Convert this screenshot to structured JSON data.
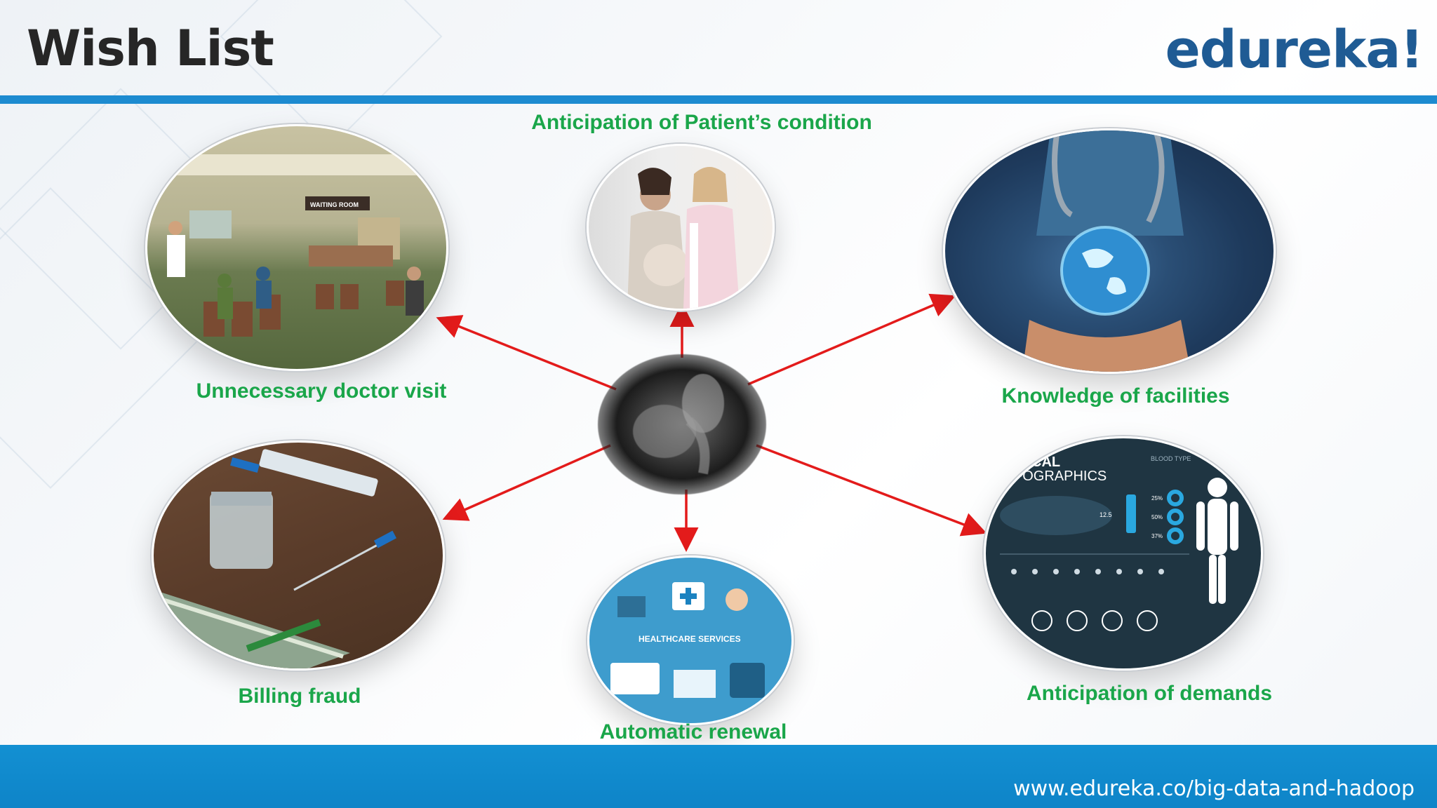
{
  "slide": {
    "title": "Wish List",
    "logo": "edureka!",
    "footer_url": "www.edureka.co/big-data-and-hadoop",
    "accent_color": "#1d8bd0",
    "label_color": "#1aa64a",
    "arrow_color": "#e31b1b"
  },
  "items": [
    {
      "label": "Anticipation of Patient’s condition",
      "image": "pregnant-patient-with-doctor"
    },
    {
      "label": "Unnecessary doctor visit",
      "image": "hospital-waiting-room"
    },
    {
      "label": "Knowledge of facilities",
      "image": "doctor-holding-globe"
    },
    {
      "label": "Billing fraud",
      "image": "syringe-vial-and-cash"
    },
    {
      "label": "Automatic renewal",
      "image": "healthcare-services-illustration"
    },
    {
      "label": "Anticipation of demands",
      "image": "medical-infographics"
    }
  ],
  "center": {
    "image": "distressed-patient-bw"
  },
  "infographic": {
    "heading_1": "DICAL",
    "heading_2": "INFOGRAPHICS",
    "tag": "BLOOD TYPE",
    "pct_1": "25%",
    "pct_2": "50%",
    "pct_3": "37%",
    "value": "12.5"
  },
  "waiting_room_sign": "WAITING ROOM",
  "healthcare_banner": "HEALTHCARE SERVICES"
}
